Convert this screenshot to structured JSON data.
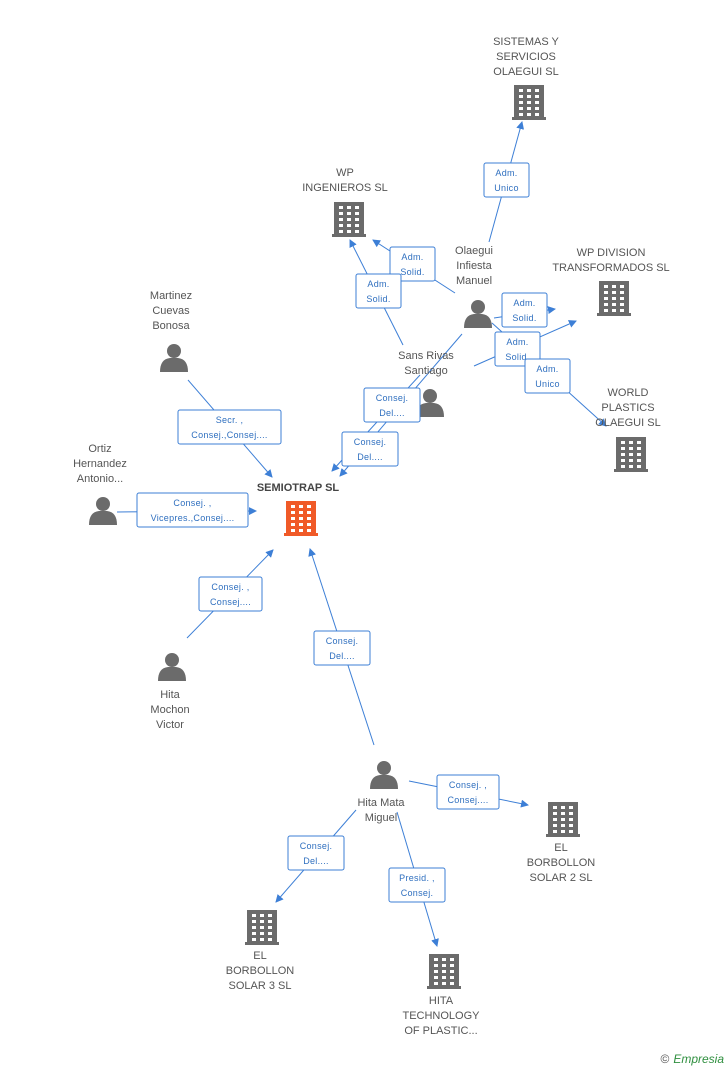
{
  "companies": [
    {
      "id": "semiotrap",
      "lines": [
        "SEMIOTRAP SL"
      ],
      "main": true
    },
    {
      "id": "sistemas",
      "lines": [
        "SISTEMAS Y",
        "SERVICIOS",
        "OLAEGUI SL"
      ]
    },
    {
      "id": "wp-ingenieros",
      "lines": [
        "WP",
        "INGENIEROS SL"
      ]
    },
    {
      "id": "wp-division",
      "lines": [
        "WP DIVISION",
        "TRANSFORMADOS SL"
      ]
    },
    {
      "id": "world-plastics",
      "lines": [
        "WORLD",
        "PLASTICS",
        "OLAEGUI SL"
      ]
    },
    {
      "id": "borbollon2",
      "lines": [
        "EL",
        "BORBOLLON",
        "SOLAR 2 SL"
      ]
    },
    {
      "id": "borbollon3",
      "lines": [
        "EL",
        "BORBOLLON",
        "SOLAR 3 SL"
      ]
    },
    {
      "id": "hita-tech",
      "lines": [
        "HITA",
        "TECHNOLOGY",
        "OF PLASTIC..."
      ]
    }
  ],
  "persons": [
    {
      "id": "martinez",
      "lines": [
        "Martinez",
        "Cuevas",
        "Bonosa"
      ]
    },
    {
      "id": "ortiz",
      "lines": [
        "Ortiz",
        "Hernandez",
        "Antonio..."
      ]
    },
    {
      "id": "olaegui",
      "lines": [
        "Olaegui",
        "Infiesta",
        "Manuel"
      ]
    },
    {
      "id": "sans",
      "lines": [
        "Sans Rivas",
        "Santiago"
      ]
    },
    {
      "id": "hita-mochon",
      "lines": [
        "Hita",
        "Mochon",
        "Victor"
      ]
    },
    {
      "id": "hita-mata",
      "lines": [
        "Hita Mata",
        "Miguel"
      ]
    }
  ],
  "relations": [
    {
      "id": "r-martinez",
      "lines": [
        "Secr. ,",
        "Consej.,Consej...."
      ]
    },
    {
      "id": "r-ortiz",
      "lines": [
        "Consej. ,",
        "Vicepres.,Consej...."
      ]
    },
    {
      "id": "r-mochon",
      "lines": [
        "Consej. ,",
        "Consej...."
      ]
    },
    {
      "id": "r-mata-semiotrap",
      "lines": [
        "Consej.",
        "Del...."
      ]
    },
    {
      "id": "r-sans-semiotrap",
      "lines": [
        "Consej.",
        "Del...."
      ]
    },
    {
      "id": "r-olaegui-semiotrap",
      "lines": [
        "Consej.",
        "Del...."
      ]
    },
    {
      "id": "r-olaegui-sistemas",
      "lines": [
        "Adm.",
        "Unico"
      ]
    },
    {
      "id": "r-olaegui-wpi",
      "lines": [
        "Adm.",
        "Solid."
      ]
    },
    {
      "id": "r-sans-wpi",
      "lines": [
        "Adm.",
        "Solid."
      ]
    },
    {
      "id": "r-olaegui-wpd",
      "lines": [
        "Adm.",
        "Solid."
      ]
    },
    {
      "id": "r-sans-wpd",
      "lines": [
        "Adm.",
        "Solid."
      ]
    },
    {
      "id": "r-olaegui-world",
      "lines": [
        "Adm.",
        "Unico"
      ]
    },
    {
      "id": "r-mata-b2",
      "lines": [
        "Consej. ,",
        "Consej...."
      ]
    },
    {
      "id": "r-mata-b3",
      "lines": [
        "Consej.",
        "Del...."
      ]
    },
    {
      "id": "r-mata-tech",
      "lines": [
        "Presid. ,",
        "Consej."
      ]
    }
  ],
  "footer": {
    "copyright": "©",
    "brand": "Empresia"
  },
  "colors": {
    "edge": "#3d7fd6",
    "icon": "#6b6b6b",
    "main_icon": "#f05a28"
  }
}
